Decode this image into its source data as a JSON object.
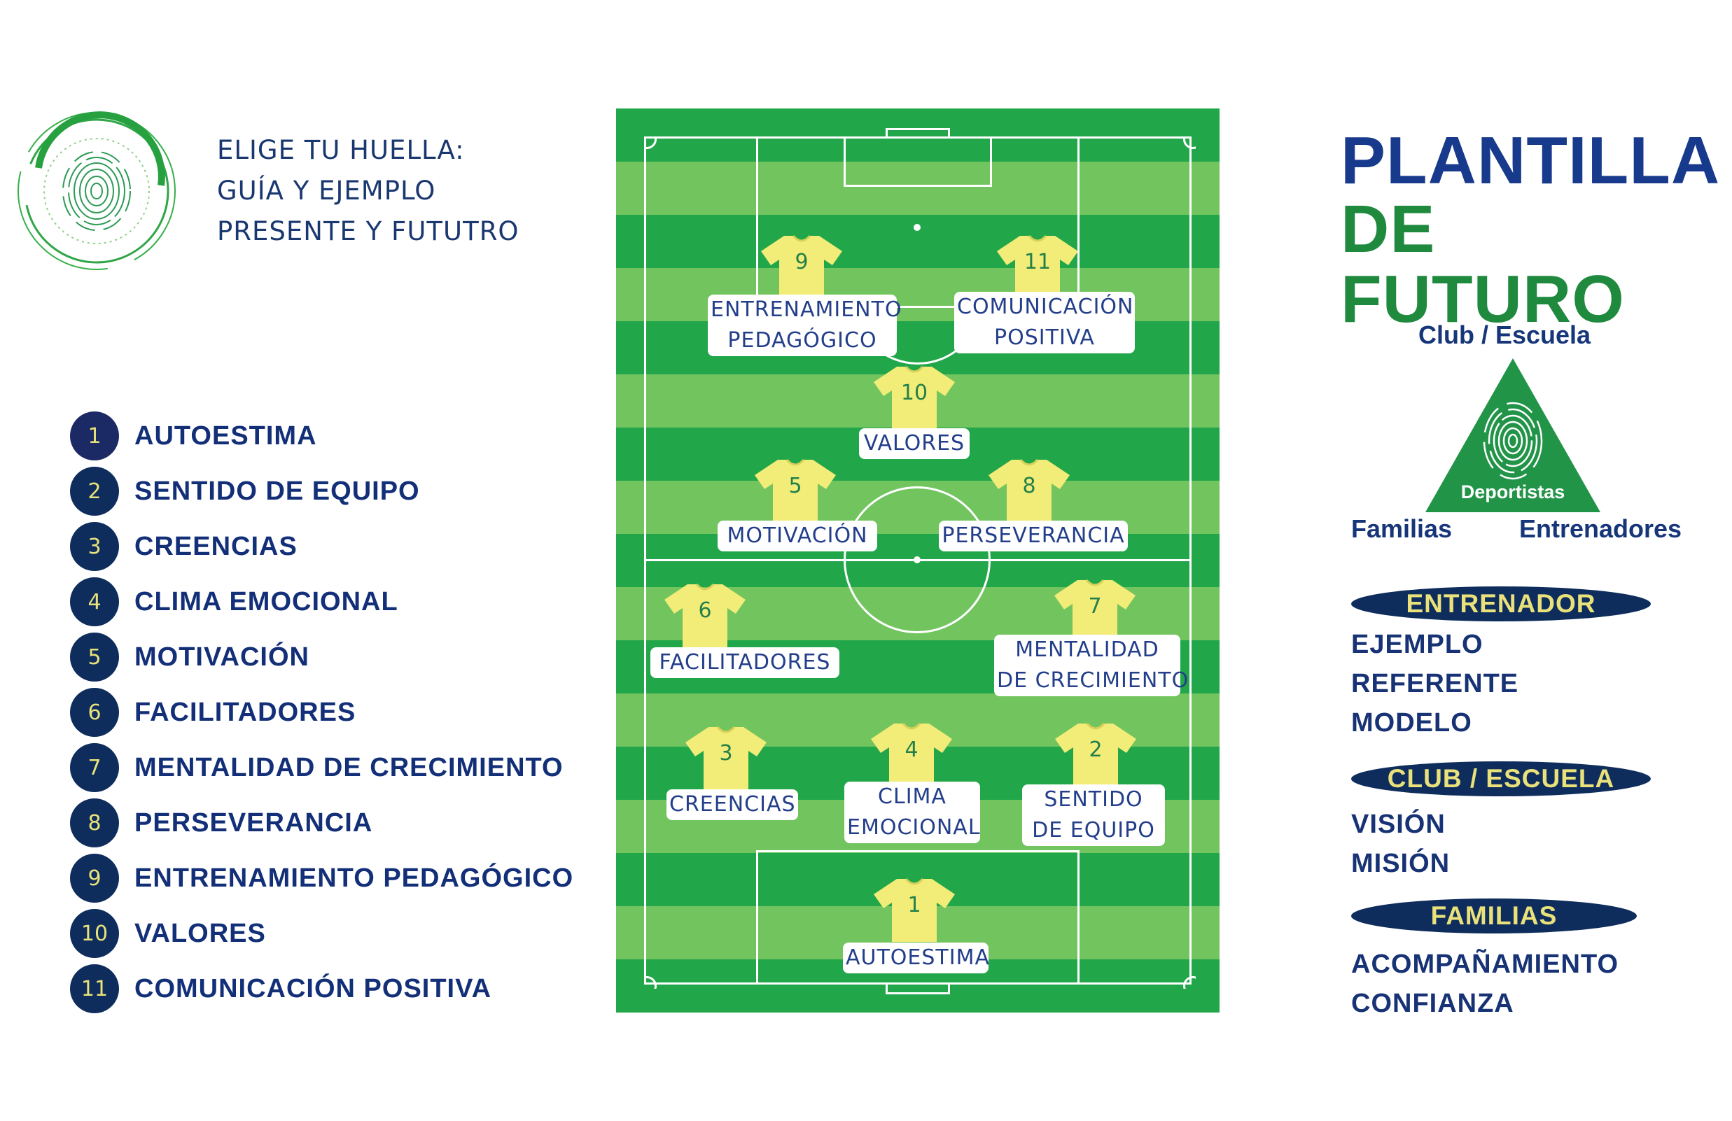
{
  "header": {
    "line1": "ELIGE TU HUELLA:",
    "line2": "GUÍA Y EJEMPLO",
    "line3": "PRESENTE Y FUTUTRO"
  },
  "legend": [
    {
      "num": "1",
      "label": "AUTOESTIMA"
    },
    {
      "num": "2",
      "label": "SENTIDO DE EQUIPO"
    },
    {
      "num": "3",
      "label": "CREENCIAS"
    },
    {
      "num": "4",
      "label": "CLIMA EMOCIONAL"
    },
    {
      "num": "5",
      "label": "MOTIVACIÓN"
    },
    {
      "num": "6",
      "label": "FACILITADORES"
    },
    {
      "num": "7",
      "label": "MENTALIDAD DE CRECIMIENTO"
    },
    {
      "num": "8",
      "label": "PERSEVERANCIA"
    },
    {
      "num": "9",
      "label": "ENTRENAMIENTO PEDAGÓGICO"
    },
    {
      "num": "10",
      "label": "VALORES"
    },
    {
      "num": "11",
      "label": "COMUNICACIÓN POSITIVA"
    }
  ],
  "players": {
    "p9": {
      "num": "9",
      "line1": "ENTRENAMIENTO",
      "line2": "PEDAGÓGICO"
    },
    "p11": {
      "num": "11",
      "line1": "COMUNICACIÓN",
      "line2": "POSITIVA"
    },
    "p10": {
      "num": "10",
      "line1": "VALORES"
    },
    "p5": {
      "num": "5",
      "line1": "MOTIVACIÓN"
    },
    "p8": {
      "num": "8",
      "line1": "PERSEVERANCIA"
    },
    "p6": {
      "num": "6",
      "line1": "FACILITADORES"
    },
    "p7": {
      "num": "7",
      "line1": "MENTALIDAD",
      "line2": "DE CRECIMIENTO"
    },
    "p3": {
      "num": "3",
      "line1": "CREENCIAS"
    },
    "p4": {
      "num": "4",
      "line1": "CLIMA",
      "line2": "EMOCIONAL"
    },
    "p2": {
      "num": "2",
      "line1": "SENTIDO",
      "line2": "DE EQUIPO"
    },
    "p1": {
      "num": "1",
      "line1": "AUTOESTIMA"
    }
  },
  "title": {
    "line1": "PLANTILLA",
    "line2": "DE FUTURO"
  },
  "triangle": {
    "top": "Club / Escuela",
    "center": "Deportistas",
    "left": "Familias",
    "right": "Entrenadores"
  },
  "sections": {
    "entrenador": {
      "title": "ENTRENADOR",
      "items": [
        "EJEMPLO",
        "REFERENTE",
        "MODELO"
      ]
    },
    "club": {
      "title": "CLUB / ESCUELA",
      "items": [
        "VISIÓN",
        "MISIÓN"
      ]
    },
    "familias": {
      "title": "FAMILIAS",
      "items": [
        "ACOMPAÑAMIENTO",
        "CONFIANZA"
      ]
    }
  },
  "colors": {
    "navy": "#0e2d5c",
    "title_blue": "#183a8c",
    "title_green": "#1f8a3e",
    "field_dark": "#22a64a",
    "field_light": "#72c45f",
    "jersey": "#f2ec78",
    "pill_text": "#eae17a"
  },
  "icons": {
    "logo": "fingerprint-icon",
    "triangle": "fingerprint-icon"
  }
}
